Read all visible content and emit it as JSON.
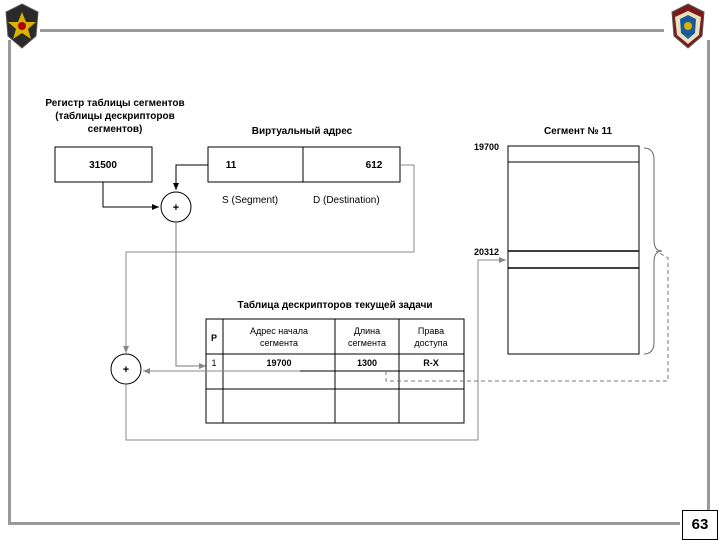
{
  "register_title": [
    "Регистр таблицы сегментов",
    "(таблицы дескрипторов",
    "сегментов)"
  ],
  "register_value": "31500",
  "virtual_address": {
    "title": "Виртуальный адрес",
    "segment_value": "11",
    "offset_value": "612",
    "segment_label": "S  (Segment)",
    "offset_label": "D  (Destination)"
  },
  "adder_symbol": "+",
  "segment": {
    "title": "Сегмент № 11",
    "start_address": "19700",
    "target_address": "20312"
  },
  "descriptor_table": {
    "title": "Таблица дескрипторов текущей задачи",
    "headers": [
      "P",
      "Адрес начала сегмента",
      "Длина сегмента",
      "Права доступа"
    ],
    "header_lines": [
      [
        "P"
      ],
      [
        "Адрес начала",
        "сегмента"
      ],
      [
        "Длина",
        "сегмента"
      ],
      [
        "Права",
        "доступа"
      ]
    ],
    "row": [
      "1",
      "19700",
      "1300",
      "R-X"
    ]
  },
  "page_number": "63"
}
